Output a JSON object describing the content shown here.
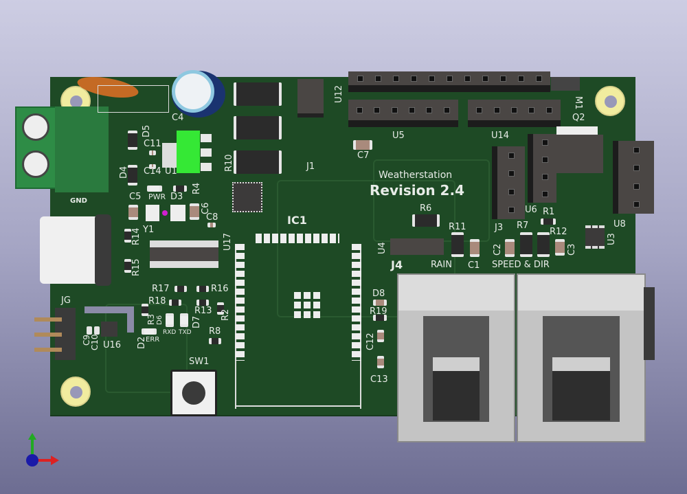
{
  "board": {
    "title": "Weatherstation",
    "revision": "Revision 2.4"
  },
  "labels": {
    "C4": "C4",
    "D5": "D5",
    "C11": "C11",
    "C14": "C14",
    "U1": "U1",
    "D4": "D4",
    "R10": "R10",
    "R4": "R4",
    "C5": "C5",
    "PWR": "PWR",
    "D3": "D3",
    "C6": "C6",
    "C8": "C8",
    "Y1": "Y1",
    "R14": "R14",
    "R15": "R15",
    "U17": "U17",
    "IC1": "IC1",
    "GND": "GND",
    "J1": "J1",
    "U12": "U12",
    "U5": "U5",
    "U14": "U14",
    "C7": "C7",
    "R6": "R6",
    "R11": "R11",
    "U4": "U4",
    "J4": "J4",
    "RAIN": "RAIN",
    "C1": "C1",
    "SPEED": "SPEED & DIR",
    "C2": "C2",
    "R7": "R7",
    "R1": "R1",
    "R12": "R12",
    "C3": "C3",
    "J3": "J3",
    "U6": "U6",
    "Q2": "Q2",
    "M1": "M1",
    "U8": "U8",
    "U3": "U3",
    "D8": "D8",
    "R19": "R19",
    "C12": "C12",
    "C13": "C13",
    "R17": "R17",
    "R16": "R16",
    "R18": "R18",
    "R13": "R13",
    "R3": "R3",
    "D6": "D6",
    "R2": "R2",
    "D7": "D7",
    "RXD": "RXD",
    "TXD": "TXD",
    "R8": "R8",
    "D2": "D2",
    "ERR": "ERR",
    "C9": "C9",
    "C10": "C10",
    "U16": "U16",
    "JG": "JG",
    "SW1": "SW1"
  },
  "colors": {
    "board": "#1e4a25",
    "silkscreen": "#e8ece8",
    "regulator": "#35e835",
    "background_top": "#cdcde3",
    "background_bottom": "#6d6d92"
  },
  "axes_icon": {
    "x": "red-arrow",
    "y": "green-arrow",
    "z": "blue-arrow"
  }
}
